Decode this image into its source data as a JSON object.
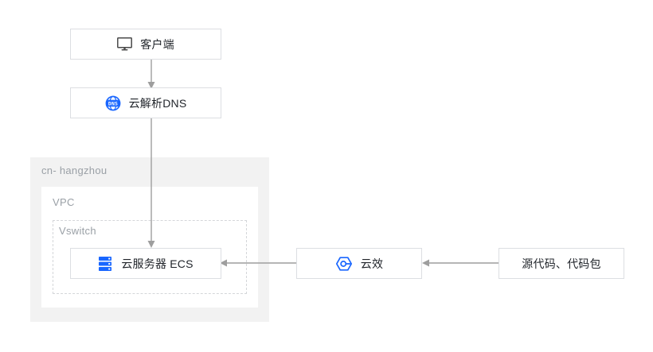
{
  "diagram": {
    "title": "",
    "colors": {
      "accent_blue": "#1966ff",
      "node_border": "#dcdee2",
      "node_text": "#1f2329",
      "container_label": "#9aa0a6",
      "region_bg": "#f2f2f2",
      "vpc_bg": "#ffffff",
      "vswitch_border": "#d4d6d9",
      "connector": "#9e9e9e",
      "client_icon": "#4a4a4a",
      "page_bg": "#ffffff"
    },
    "nodes": [
      {
        "id": "client",
        "label": "客户端",
        "icon": "desktop-monitor-icon"
      },
      {
        "id": "dns",
        "label": "云解析DNS",
        "icon": "dns-globe-icon"
      },
      {
        "id": "ecs",
        "label": "云服务器 ECS",
        "icon": "server-stack-icon"
      },
      {
        "id": "yunxiao",
        "label": "云效",
        "icon": "yunxiao-eye-icon"
      },
      {
        "id": "source",
        "label": "源代码、代码包",
        "icon": "none"
      }
    ],
    "containers": [
      {
        "id": "region",
        "label": "cn- hangzhou"
      },
      {
        "id": "vpc",
        "label": "VPC"
      },
      {
        "id": "vswitch",
        "label": "Vswitch"
      }
    ],
    "connections": [
      {
        "id": "client-to-dns",
        "from": "client",
        "to": "dns",
        "direction": "down",
        "arrowhead": "end"
      },
      {
        "id": "dns-to-ecs",
        "from": "dns",
        "to": "ecs",
        "direction": "down",
        "arrowhead": "end"
      },
      {
        "id": "yunxiao-to-ecs",
        "from": "yunxiao",
        "to": "ecs",
        "direction": "left",
        "arrowhead": "end"
      },
      {
        "id": "source-to-yunxiao",
        "from": "source",
        "to": "yunxiao",
        "direction": "left",
        "arrowhead": "end"
      }
    ]
  }
}
